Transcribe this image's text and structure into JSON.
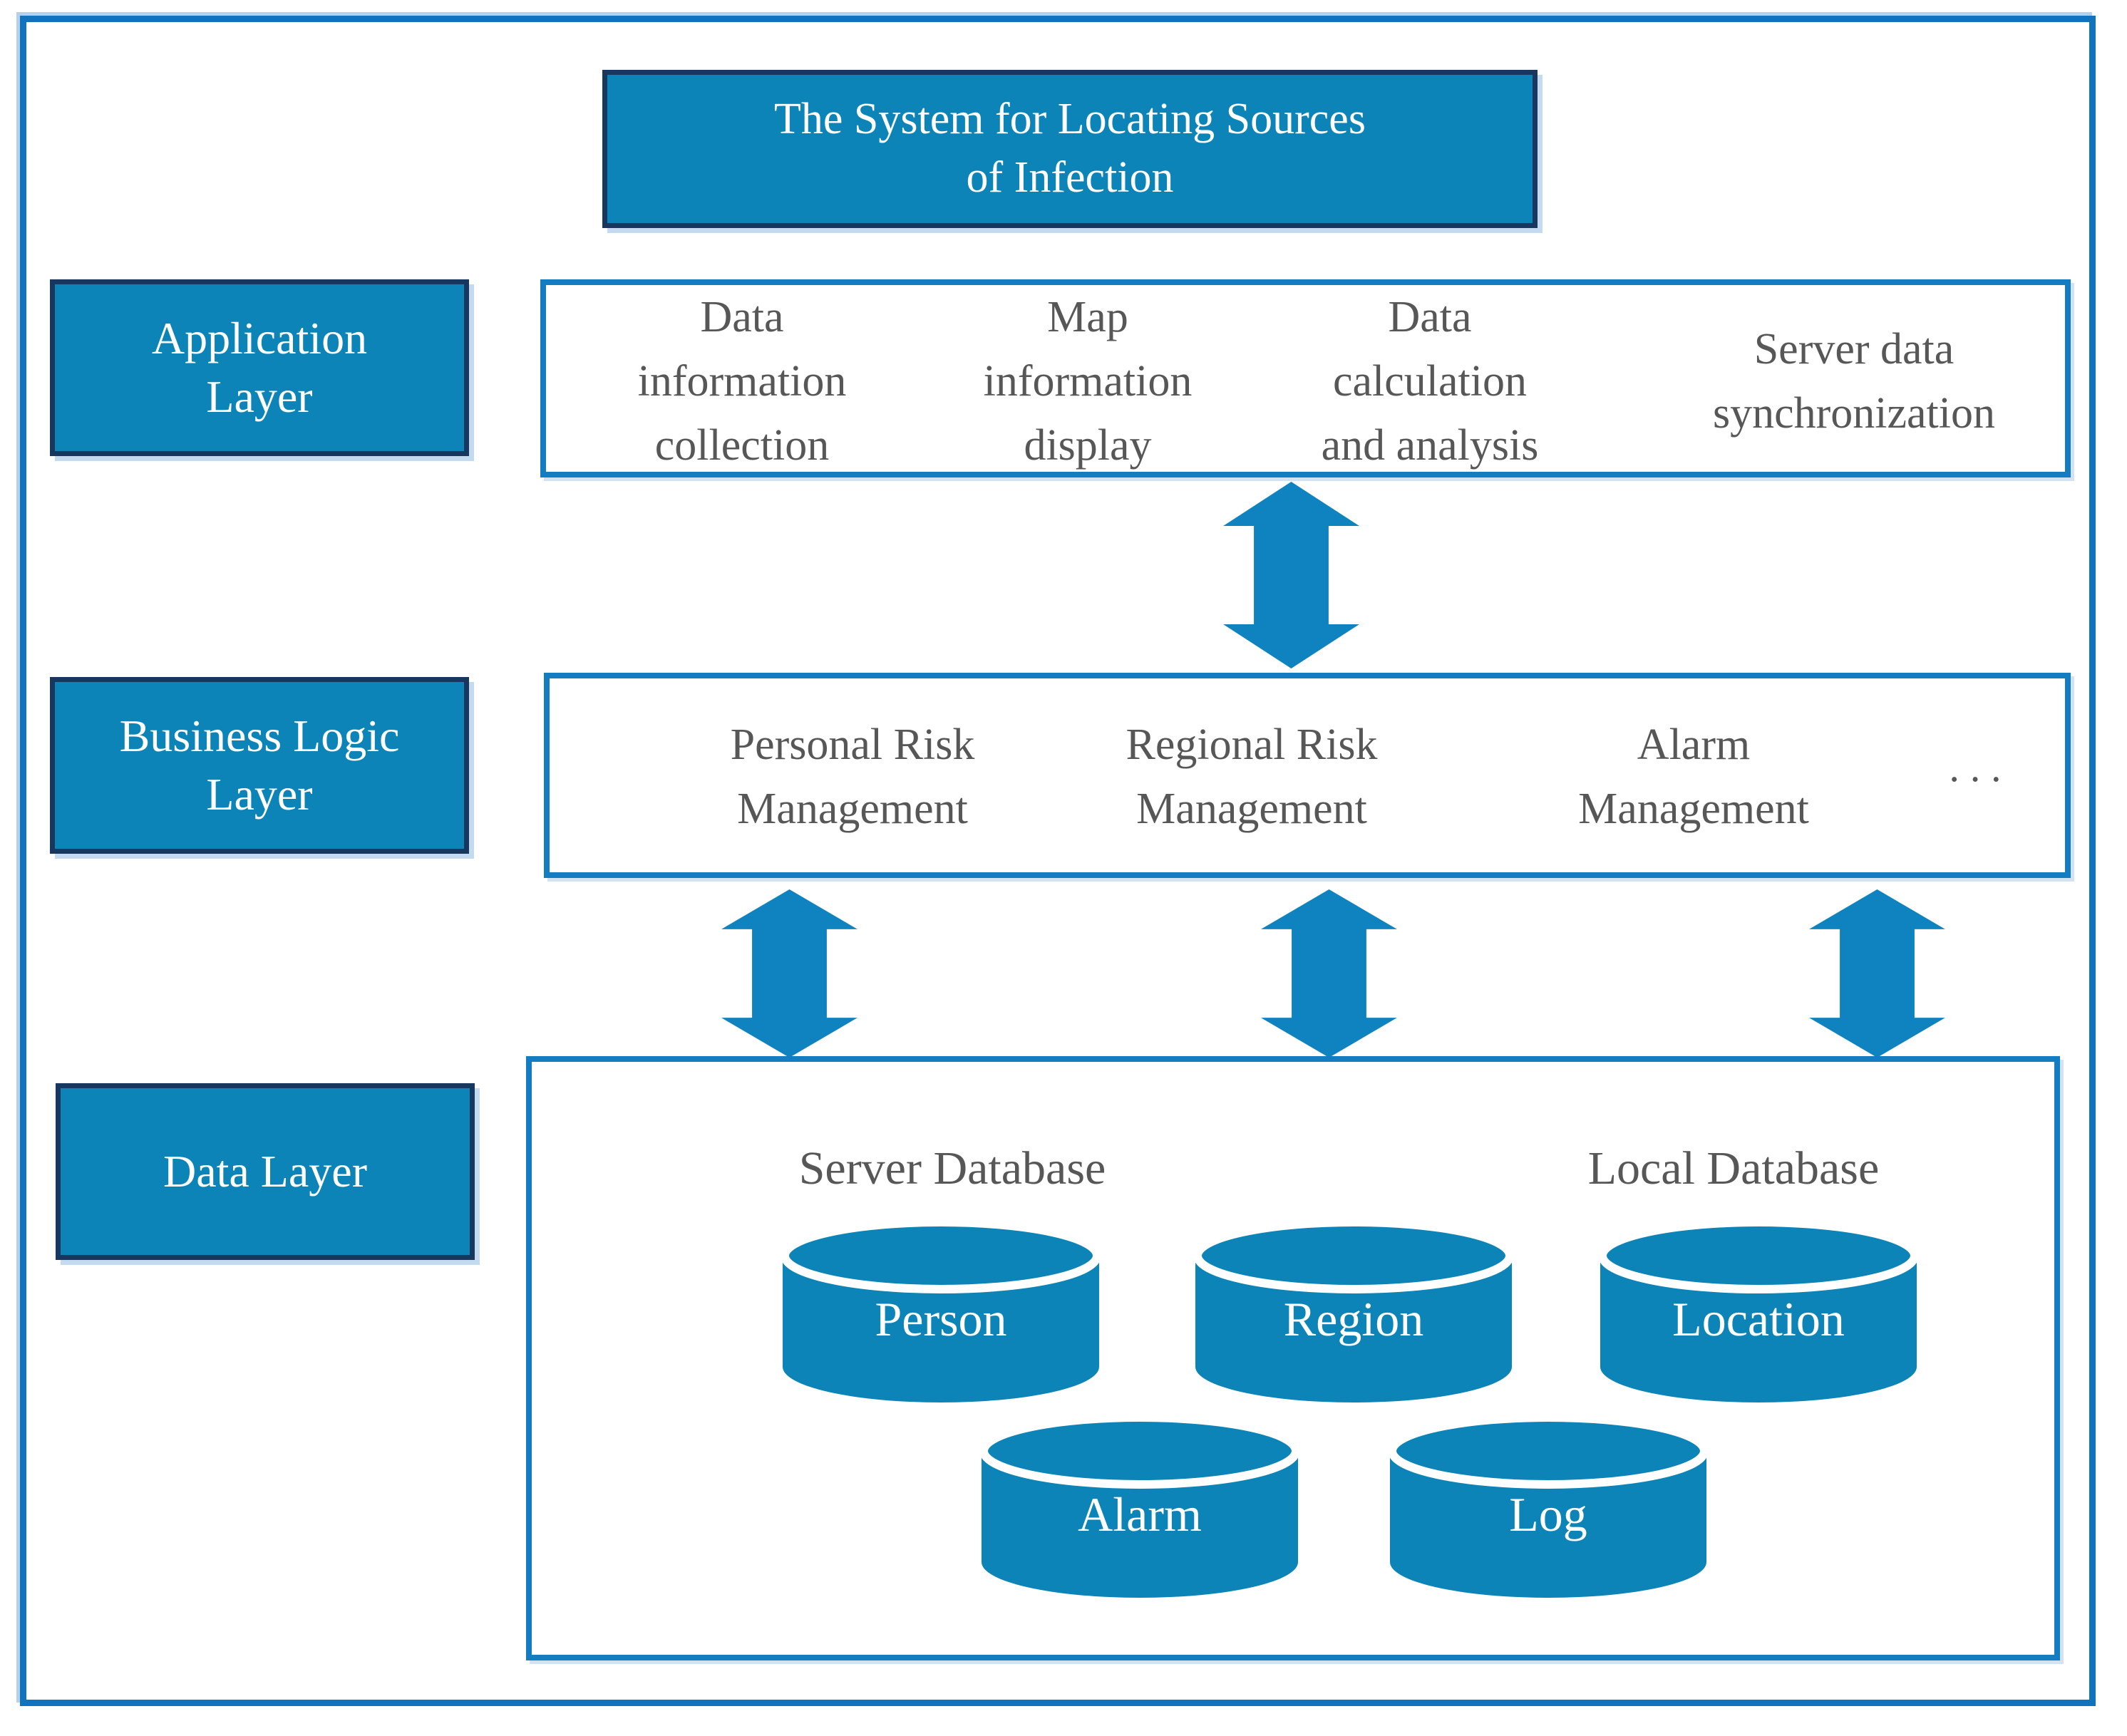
{
  "colors": {
    "box_blue": "#0d84b7",
    "arrow_blue": "#0f82c0",
    "navy_border": "#17375e",
    "content_box_border": "#147cc0",
    "outer_frame_border": "#1173bd",
    "text_gray": "#575757",
    "text_white": "#ffffff"
  },
  "title": {
    "line1": "The System for Locating Sources",
    "line2": "of Infection"
  },
  "application_layer": {
    "label": "Application Layer",
    "items": [
      {
        "lines": [
          "Data",
          "information",
          "collection"
        ]
      },
      {
        "lines": [
          "Map",
          "information",
          "display"
        ]
      },
      {
        "lines": [
          "Data",
          "calculation",
          "and analysis"
        ]
      },
      {
        "lines": [
          "Server data",
          "synchronization"
        ]
      }
    ]
  },
  "business_layer": {
    "label": "Business Logic Layer",
    "items": [
      {
        "lines": [
          "Personal Risk",
          "Management"
        ]
      },
      {
        "lines": [
          "Regional Risk",
          "Management"
        ]
      },
      {
        "lines": [
          "Alarm",
          "Management"
        ]
      }
    ],
    "ellipsis": "···"
  },
  "data_layer": {
    "label": "Data Layer",
    "server_db_label": "Server Database",
    "local_db_label": "Local Database",
    "databases": [
      "Person",
      "Region",
      "Location",
      "Alarm",
      "Log"
    ]
  }
}
